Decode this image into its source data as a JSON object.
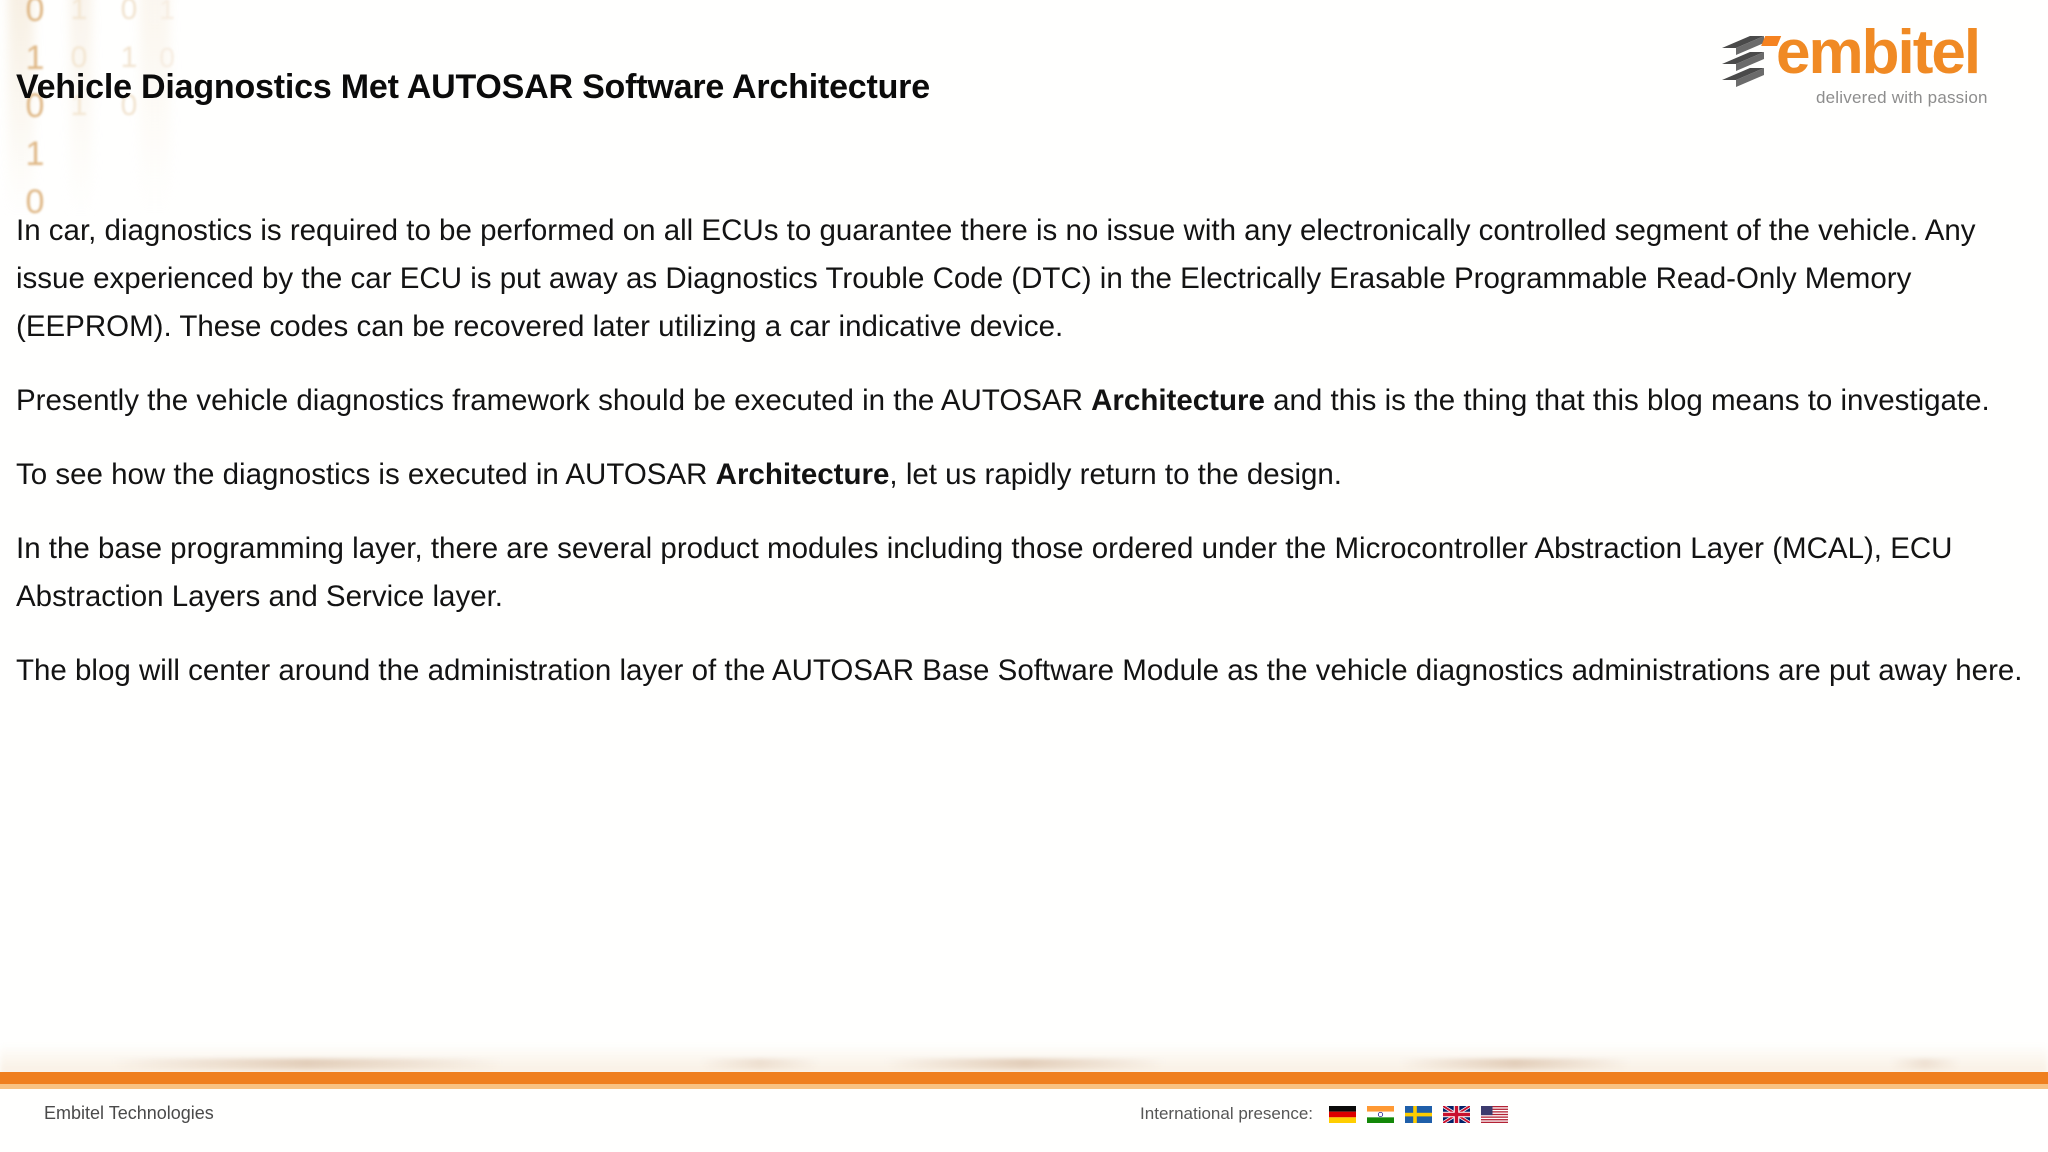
{
  "slide": {
    "title": "Vehicle Diagnostics Met AUTOSAR Software Architecture",
    "background_color": "#fffffe",
    "accent_color": "#ef7f1f"
  },
  "watermark": {
    "binary_columns": [
      "0\n1\n0\n1\n0",
      "1\n0\n1",
      "0\n1\n0",
      "1\n0"
    ],
    "color": "#e8cfae"
  },
  "logo": {
    "wordmark": "embitel",
    "tagline": "delivered with passion",
    "wordmark_color": "#f08a24",
    "mark_color": "#4a4a4a",
    "mark_accent_color": "#f58220"
  },
  "body": {
    "paragraphs": [
      {
        "id": "para-1",
        "runs": [
          {
            "text": "In car, diagnostics is required to be performed on all ECUs to guarantee there is no issue with any electronically controlled segment of the vehicle. Any issue experienced by the car ECU is put away as Diagnostics Trouble Code (DTC) in the Electrically Erasable Programmable Read-Only Memory (EEPROM). These codes can be recovered later utilizing a car indicative device.",
            "bold": false
          }
        ]
      },
      {
        "id": "para-2",
        "runs": [
          {
            "text": "Presently the vehicle diagnostics framework should be executed in the AUTOSAR ",
            "bold": false
          },
          {
            "text": "Architecture",
            "bold": true
          },
          {
            "text": " and this is the thing that this blog means to investigate.",
            "bold": false
          }
        ]
      },
      {
        "id": "para-3",
        "runs": [
          {
            "text": "To see how the diagnostics is executed in AUTOSAR ",
            "bold": false
          },
          {
            "text": "Architecture",
            "bold": true
          },
          {
            "text": ", let us rapidly return to the design.",
            "bold": false
          }
        ]
      },
      {
        "id": "para-4",
        "runs": [
          {
            "text": "In the base programming layer, there are several product modules including those ordered under the Microcontroller Abstraction Layer (MCAL), ECU Abstraction Layers and Service layer.",
            "bold": false
          }
        ]
      },
      {
        "id": "para-5",
        "runs": [
          {
            "text": "The blog will center around the administration layer of the AUTOSAR Base Software Module as the vehicle diagnostics administrations are put away here.",
            "bold": false
          }
        ]
      }
    ]
  },
  "footer": {
    "company": "Embitel Technologies",
    "presence_label": "International presence:",
    "flags": [
      {
        "name": "flag-germany",
        "country": "Germany"
      },
      {
        "name": "flag-india",
        "country": "India"
      },
      {
        "name": "flag-sweden",
        "country": "Sweden"
      },
      {
        "name": "flag-uk",
        "country": "United Kingdom"
      },
      {
        "name": "flag-usa",
        "country": "United States"
      }
    ]
  }
}
